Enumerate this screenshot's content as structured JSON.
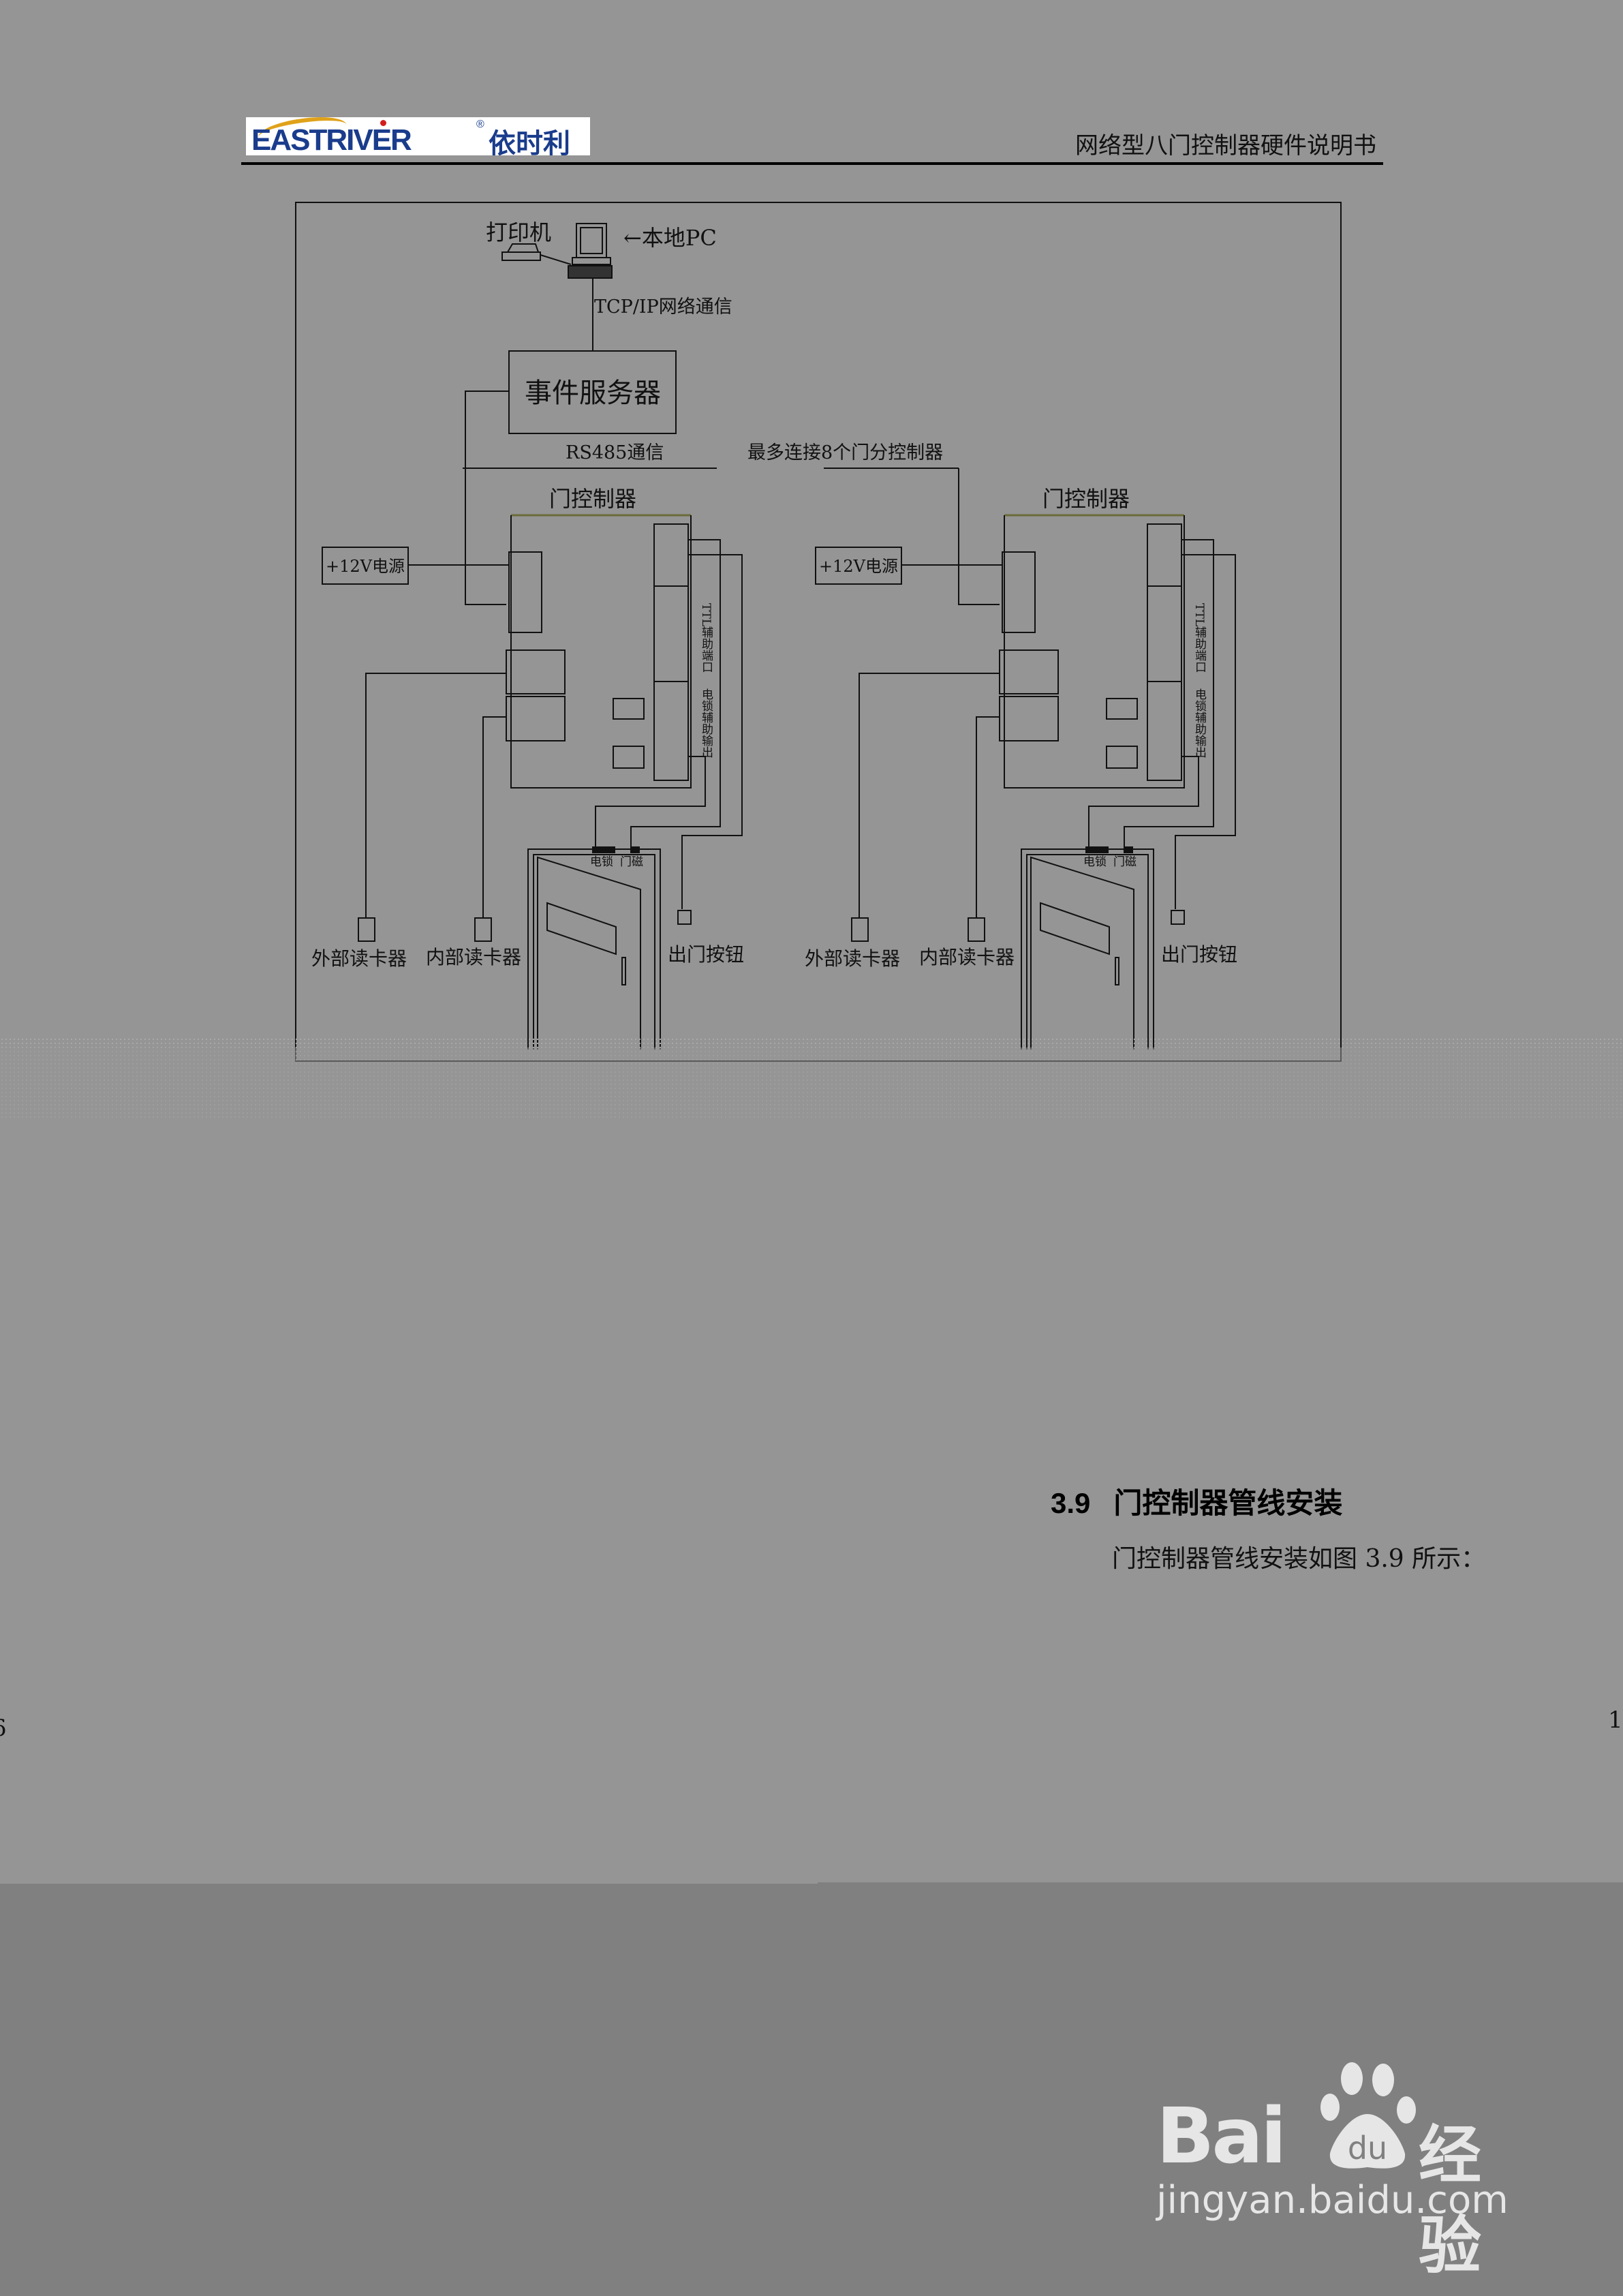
{
  "header": {
    "logo_text": "EASTRIVER",
    "logo_registered": "®",
    "logo_cn": "依时利",
    "title": "网络型八门控制器硬件说明书"
  },
  "diagram": {
    "printer_label": "打印机",
    "pc_label": "←本地PC",
    "tcpip_label": "TCP/IP网络通信",
    "server_label": "事件服务器",
    "rs485_label": "RS485通信",
    "max_label": "最多连接8个门分控制器",
    "units": [
      {
        "controller_label": "门控制器",
        "power_label": "+12V电源",
        "ttl_label": "TTL辅助端口",
        "lock_out_label": "电锁辅助输出",
        "ext_reader_label": "外部读卡器",
        "int_reader_label": "内部读卡器",
        "exit_button_label": "出门按钮",
        "lock_label": "电锁",
        "magnet_label": "门磁"
      },
      {
        "controller_label": "门控制器",
        "power_label": "+12V电源",
        "ttl_label": "TTL辅助端口",
        "lock_out_label": "电锁辅助输出",
        "ext_reader_label": "外部读卡器",
        "int_reader_label": "内部读卡器",
        "exit_button_label": "出门按钮",
        "lock_label": "电锁",
        "magnet_label": "门磁"
      }
    ]
  },
  "section": {
    "number": "3.9",
    "title": "门控制器管线安装",
    "body": "门控制器管线安装如图 3.9 所示："
  },
  "page_numbers": {
    "left": "6",
    "right": "1"
  },
  "watermark": {
    "brand": "Bai",
    "paw_text": "du",
    "cn": "经验",
    "url": "jingyan.baidu.com"
  },
  "colors": {
    "page_bg": "#959595",
    "bottom_band": "#808080",
    "logo_blue": "#1a3c8c",
    "logo_orange": "#e0a21a"
  }
}
